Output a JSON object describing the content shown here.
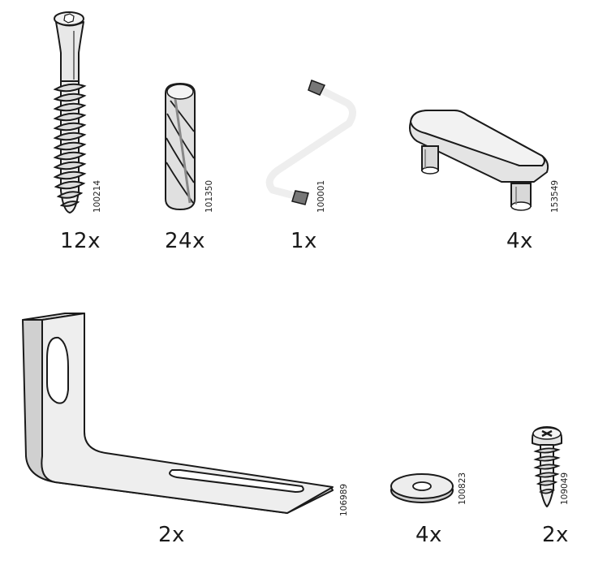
{
  "parts": [
    {
      "name": "screw",
      "quantity": "12x",
      "part_number": "100214",
      "icon": "bolt-icon"
    },
    {
      "name": "dowel",
      "quantity": "24x",
      "part_number": "101350",
      "icon": "dowel-icon"
    },
    {
      "name": "allen-key",
      "quantity": "1x",
      "part_number": "100001",
      "icon": "allen-key-icon"
    },
    {
      "name": "connector",
      "quantity": "4x",
      "part_number": "153549",
      "icon": "connector-icon"
    },
    {
      "name": "l-bracket",
      "quantity": "2x",
      "part_number": "106989",
      "icon": "l-bracket-icon"
    },
    {
      "name": "washer",
      "quantity": "4x",
      "part_number": "100823",
      "icon": "washer-icon"
    },
    {
      "name": "wood-screw",
      "quantity": "2x",
      "part_number": "109049",
      "icon": "wood-screw-icon"
    }
  ],
  "colors": {
    "line": "#1a1a1a",
    "fill": "#e8e8e8",
    "background": "#ffffff"
  }
}
